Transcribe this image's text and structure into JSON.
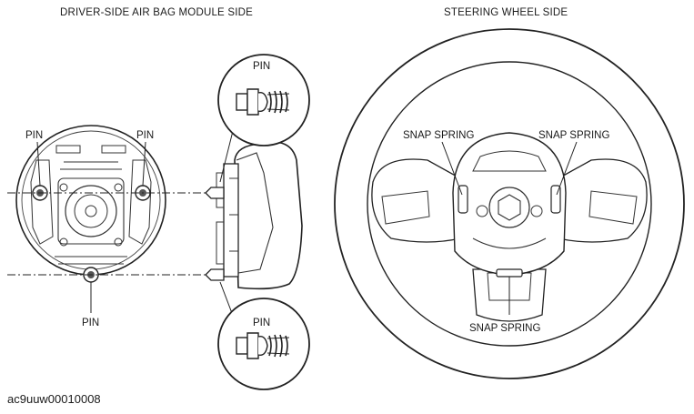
{
  "headings": {
    "left": "DRIVER-SIDE AIR BAG MODULE SIDE",
    "right": "STEERING WHEEL SIDE"
  },
  "labels": {
    "pin": "PIN",
    "snap_spring": "SNAP SPRING"
  },
  "figure_code": "ac9uuw00010008"
}
